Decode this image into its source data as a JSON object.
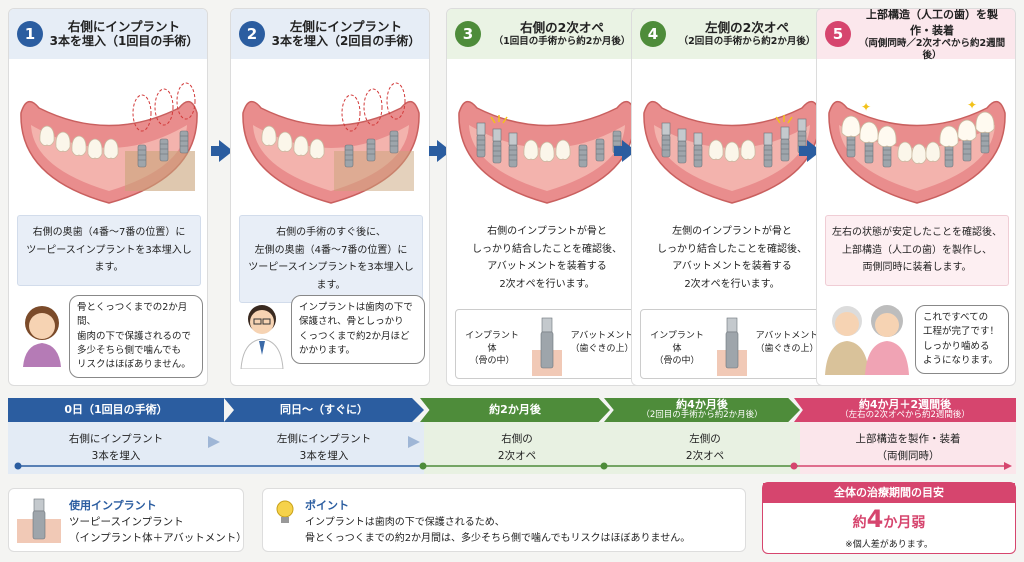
{
  "steps": [
    {
      "num": "1",
      "title1": "右側にインプラント",
      "title2": "3本を埋入（1回目の手術）",
      "desc": [
        "右側の奥歯（4番〜7番の位置）に",
        "ツーピースインプラントを3本埋入します。"
      ],
      "bubble": [
        "骨とくっつくまでの2か月間、",
        "歯肉の下で保護されるので",
        "多少そちら側で噛んでも",
        "リスクはほぼありません。"
      ]
    },
    {
      "num": "2",
      "title1": "左側にインプラント",
      "title2": "3本を埋入（2回目の手術）",
      "desc": [
        "右側の手術のすぐ後に、",
        "左側の奥歯（4番〜7番の位置）に",
        "ツーピースインプラントを3本埋入します。"
      ],
      "bubble": [
        "インプラントは歯肉の下で",
        "保護され、骨としっかり",
        "くっつくまで約2か月ほど",
        "かかります。"
      ]
    },
    {
      "num": "3",
      "title1": "右側の2次オペ",
      "title2": "（1回目の手術から約2か月後）",
      "desc": [
        "右側のインプラントが骨と",
        "しっかり結合したことを確認後、",
        "アバットメントを装着する",
        "2次オペを行います。"
      ],
      "label_fixture": [
        "インプラント体",
        "（骨の中）"
      ],
      "label_abutment": [
        "アバットメント",
        "（歯ぐきの上）"
      ]
    },
    {
      "num": "4",
      "title1": "左側の2次オペ",
      "title2": "（2回目の手術から約2か月後）",
      "desc": [
        "左側のインプラントが骨と",
        "しっかり結合したことを確認後、",
        "アバットメントを装着する",
        "2次オペを行います。"
      ],
      "label_fixture": [
        "インプラント体",
        "（骨の中）"
      ],
      "label_abutment": [
        "アバットメント",
        "（歯ぐきの上）"
      ]
    },
    {
      "num": "5",
      "title1": "上部構造（人工の歯）を製作・装着",
      "title2": "（両側同時／2次オペから約2週間後）",
      "desc": [
        "左右の状態が安定したことを確認後、",
        "上部構造（人工の歯）を製作し、",
        "両側同時に装着します。"
      ],
      "bubble": [
        "これですべての",
        "工程が完了です！",
        "しっかり噛める",
        "ようになります。"
      ]
    }
  ],
  "timeline": [
    {
      "head": "0日（1回目の手術）",
      "body": [
        "右側にインプラント",
        "3本を埋入"
      ]
    },
    {
      "head": "同日〜（すぐに）",
      "body": [
        "左側にインプラント",
        "3本を埋入"
      ]
    },
    {
      "head": "約2か月後",
      "body": [
        "右側の",
        "2次オペ"
      ]
    },
    {
      "head": "約4か月後",
      "sub": "（2回目の手術から約2か月後）",
      "body": [
        "左側の",
        "2次オペ"
      ]
    },
    {
      "head": "約4か月＋2週間後",
      "sub": "（左右の2次オペから約2週間後）",
      "body": [
        "上部構造を製作・装着",
        "（両側同時）"
      ]
    }
  ],
  "info": {
    "implant_title": "使用インプラント",
    "implant_text": [
      "ツーピースインプラント",
      "（インプラント体＋アバットメント）"
    ],
    "point_title": "ポイント",
    "point_text": [
      "インプラントは歯肉の下で保護されるため、",
      "骨とくっつくまでの約2か月間は、多少そちら側で噛んでもリスクはほぼありません。"
    ],
    "period_title": "全体の治療期間の目安",
    "period_prefix": "約",
    "period_num": "4",
    "period_suffix": "か月弱",
    "period_note": "※個人差があります。"
  },
  "colors": {
    "blue": "#2b5da0",
    "green": "#4e8c3a",
    "pink": "#d6456e"
  }
}
